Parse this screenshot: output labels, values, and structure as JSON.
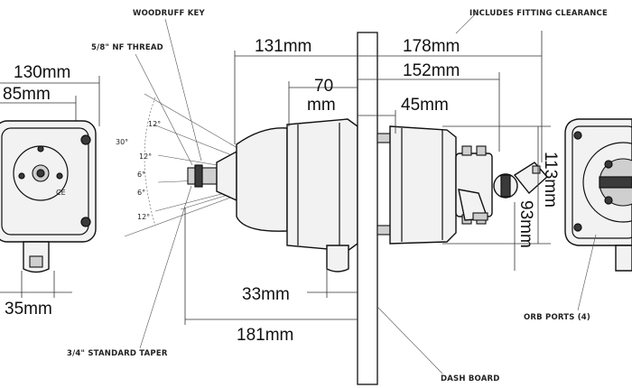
{
  "labels": {
    "woodruff_key": "WOODRUFF KEY",
    "includes_fitting_clearance": "INCLUDES FITTING CLEARANCE",
    "nf_thread": "5/8\" NF THREAD",
    "standard_taper": "3/4\" STANDARD TAPER",
    "orb_ports": "ORB PORTS (4)",
    "dash_board": "DASH BOARD"
  },
  "dimensions": {
    "d130": "130mm",
    "d85": "85mm",
    "d35": "35mm",
    "d131": "131mm",
    "d178": "178mm",
    "d152": "152mm",
    "d70_line1": "70",
    "d70_line2": "mm",
    "d45": "45mm",
    "d113": "113mm",
    "d93": "93mm",
    "d33": "33mm",
    "d181": "181mm"
  },
  "angles": {
    "a30": "30°",
    "a12_top": "12°",
    "a12_upper": "12°",
    "a6_upper": "6°",
    "a6_lower": "6°",
    "a12_bottom": "12°"
  },
  "markings": {
    "faceplate_ce": "CE"
  }
}
